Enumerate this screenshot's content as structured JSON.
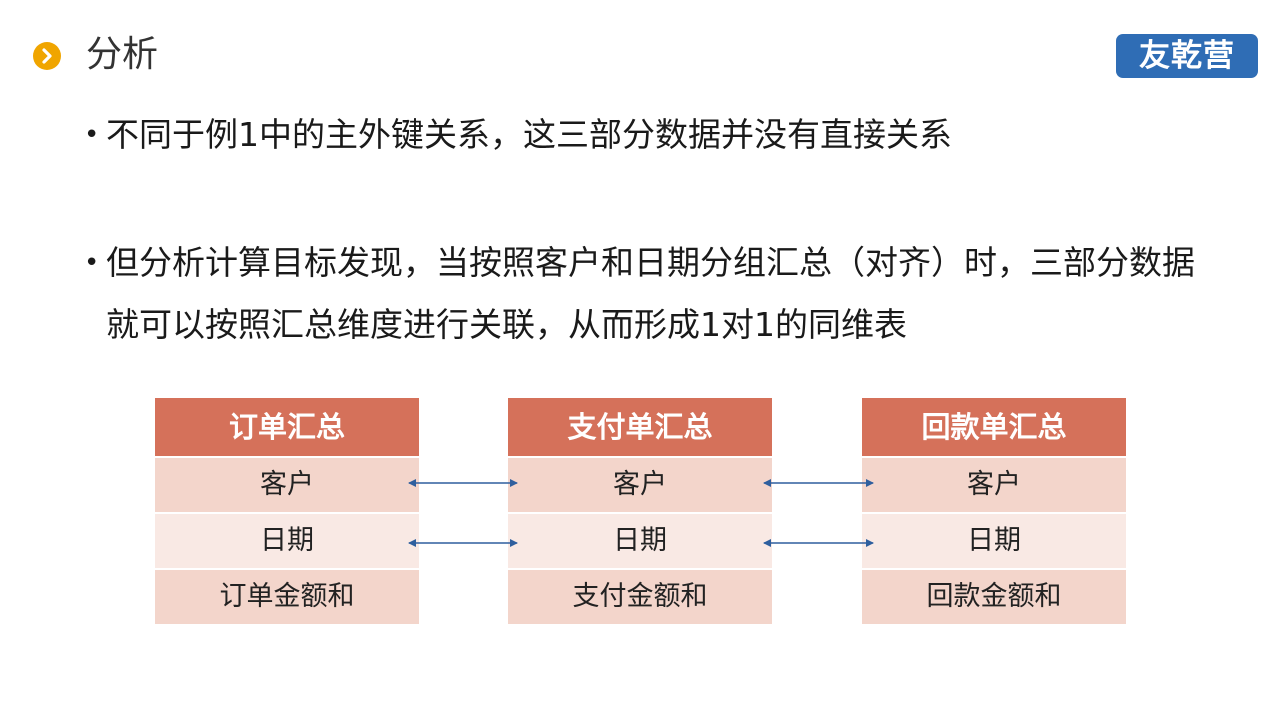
{
  "header": {
    "title": "分析",
    "logo_text": "友乾营",
    "icon": "chevron-right-circle-icon",
    "accent_color": "#f0a500",
    "logo_color": "#2f6db5"
  },
  "bullets": [
    "不同于例1中的主外键关系，这三部分数据并没有直接关系",
    "但分析计算目标发现，当按照客户和日期分组汇总（对齐）时，三部分数据就可以按照汇总维度进行关联，从而形成1对1的同维表"
  ],
  "tables": [
    {
      "title": "订单汇总",
      "rows": [
        "客户",
        "日期",
        "订单金额和"
      ]
    },
    {
      "title": "支付单汇总",
      "rows": [
        "客户",
        "日期",
        "支付金额和"
      ]
    },
    {
      "title": "回款单汇总",
      "rows": [
        "客户",
        "日期",
        "回款金额和"
      ]
    }
  ],
  "colors": {
    "table_header": "#d5715a",
    "row_dark": "#f3d5cb",
    "row_light": "#f9e9e4",
    "arrow": "#2f5f9e"
  }
}
